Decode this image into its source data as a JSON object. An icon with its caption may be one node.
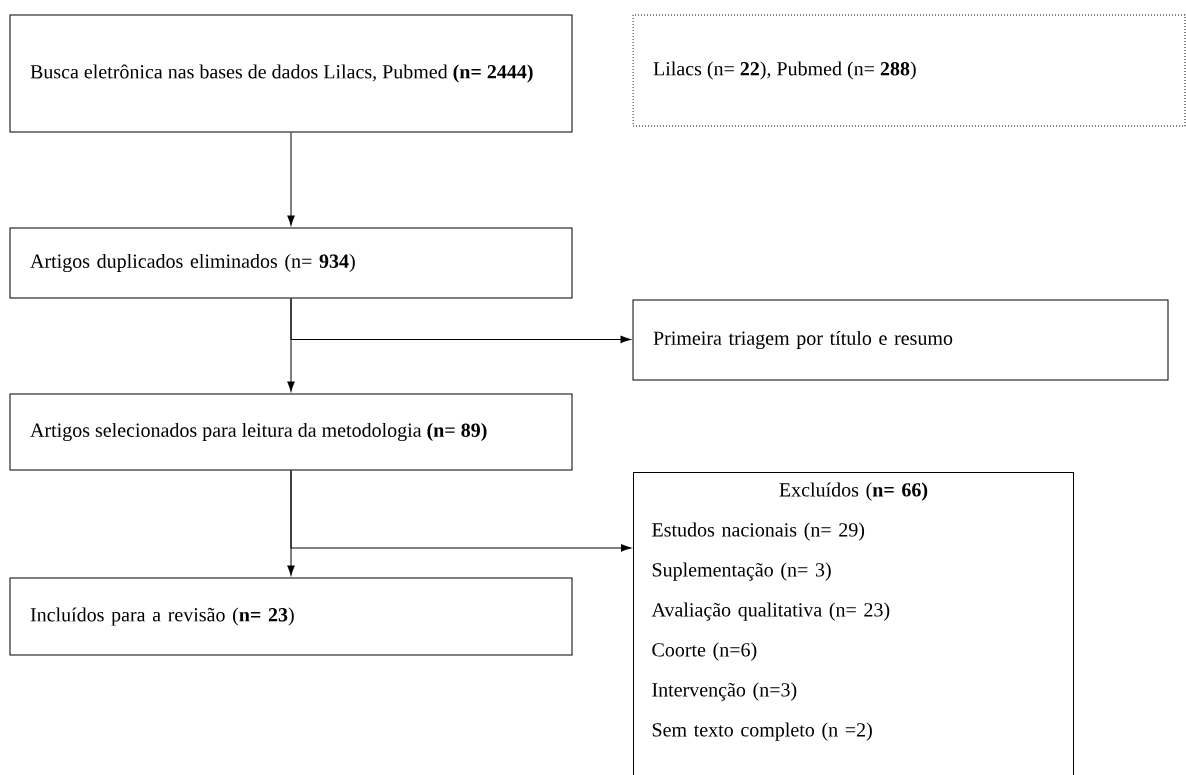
{
  "diagram": {
    "nodes": [
      {
        "text": [
          "Busca eletrônica nas bases de dados Lilacs, Pubmed **(n= 2444)**"
        ]
      },
      {
        "text": [
          "Lilacs (n= **22**), Pubmed (n= **288**)"
        ]
      },
      {
        "text": [
          "Artigos duplicados eliminados (n= **934**)"
        ]
      },
      {
        "text": [
          "Primeira triagem por título e resumo"
        ]
      },
      {
        "text": [
          "Artigos selecionados para leitura da metodologia **(n= 89)**"
        ]
      },
      {
        "text": [
          "Excluídos (**n= 66)**",
          "Estudos nacionais (n= 29)",
          "Suplementação (n= 3)",
          "Avaliação qualitativa (n= 23)",
          "Coorte (n=6)",
          "Intervenção (n=3)",
          "Sem texto completo (n =2)"
        ]
      },
      {
        "text": [
          "Incluídos para a revisão (**n= 23**)"
        ]
      }
    ],
    "edges": [
      {
        "from": 0,
        "to": 2,
        "arrow": "to"
      },
      {
        "from": 2,
        "to": 3,
        "arrow": "to"
      },
      {
        "from": 2,
        "to": 4,
        "arrow": "to"
      },
      {
        "from": 4,
        "to": 5,
        "arrow": "to"
      },
      {
        "from": 4,
        "to": 6,
        "arrow": "to"
      }
    ]
  }
}
